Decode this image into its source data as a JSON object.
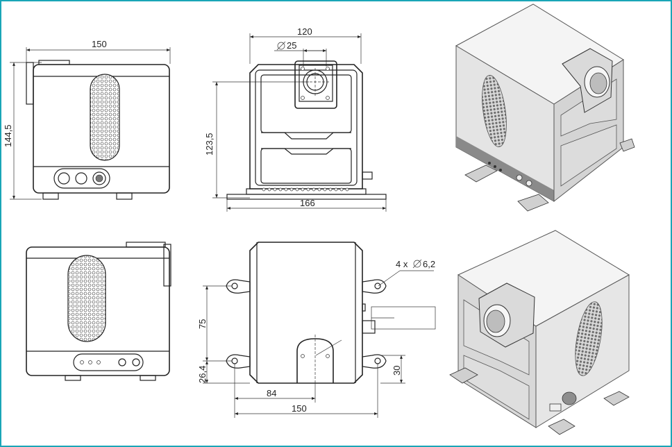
{
  "drawing": {
    "border_color": "#1aa6b7",
    "render_top_color": "#f2f2f2",
    "render_side_color": "#d4d4d4",
    "render_dark_color": "#8a8a8a"
  },
  "views": {
    "side_view_top": {
      "width_label": "150",
      "height_label": "144,5"
    },
    "front_view": {
      "width_label": "120",
      "port_label": "25",
      "height_label": "123,5",
      "base_label": "166"
    },
    "bottom_view": {
      "holes_label": "4 x",
      "holes_diameter": "6,2",
      "vertical_label": "75",
      "offset_label": "26,4",
      "right_label": "30",
      "center_label": "84",
      "width_label": "150"
    }
  }
}
